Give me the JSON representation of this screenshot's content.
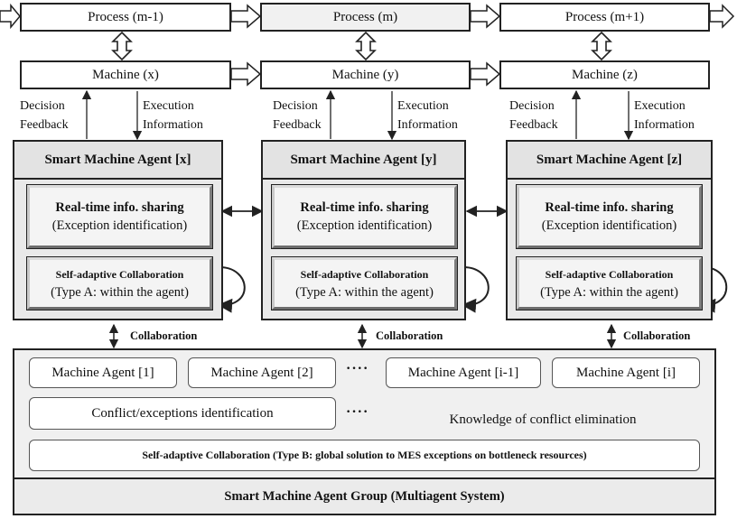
{
  "processes": [
    "Process (m-1)",
    "Process (m)",
    "Process (m+1)"
  ],
  "machines": [
    "Machine  (x)",
    "Machine  (y)",
    "Machine  (z)"
  ],
  "flow_labels": {
    "decision_line1": "Decision",
    "decision_line2": "Feedback",
    "execution_line1": "Execution",
    "execution_line2": "Information"
  },
  "agents": [
    {
      "title": "Smart Machine Agent [x]"
    },
    {
      "title": "Smart Machine Agent [y]"
    },
    {
      "title": "Smart Machine Agent [z]"
    }
  ],
  "realtime": {
    "line1": "Real-time info. sharing",
    "line2": "(Exception identification)"
  },
  "selfadaptive": {
    "line1": "Self-adaptive Collaboration",
    "line2": "(Type A: within  the agent)"
  },
  "collaboration_label": "Collaboration",
  "group": {
    "machine_agents": [
      "Machine Agent [1]",
      "Machine Agent [2]",
      "Machine Agent [i-1]",
      "Machine Agent [i]"
    ],
    "dots": "····",
    "conflict": "Conflict/exceptions identification",
    "knowledge": "Knowledge of conflict elimination",
    "typeB": "Self-adaptive Collaboration  (Type B: global solution to MES exceptions on bottleneck resources)",
    "title": "Smart Machine Agent Group (Multiagent System)"
  }
}
